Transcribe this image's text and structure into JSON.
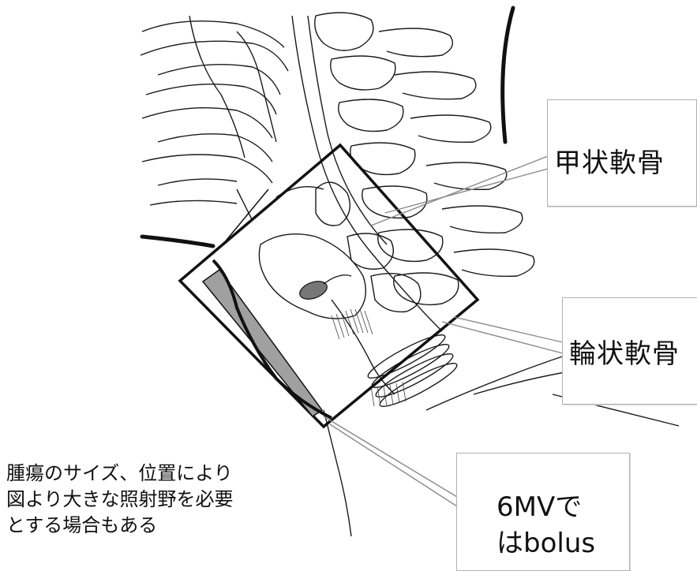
{
  "labels": {
    "thyroid_cartilage": "甲状軟骨",
    "cricoid_cartilage": "輪状軟骨",
    "bolus_line1": "6MVで",
    "bolus_line2": "はbolus"
  },
  "note": {
    "line1": "腫瘍のサイズ、位置により",
    "line2": "図より大きな照射野を必要",
    "line3": "とする場合もある"
  },
  "colors": {
    "field_outline": "#111111",
    "bolus_fill": "#a0a0a0",
    "tumor_fill": "#777777",
    "leader_line": "#8a8a8a",
    "anatomy_line": "#1a1a1a"
  }
}
